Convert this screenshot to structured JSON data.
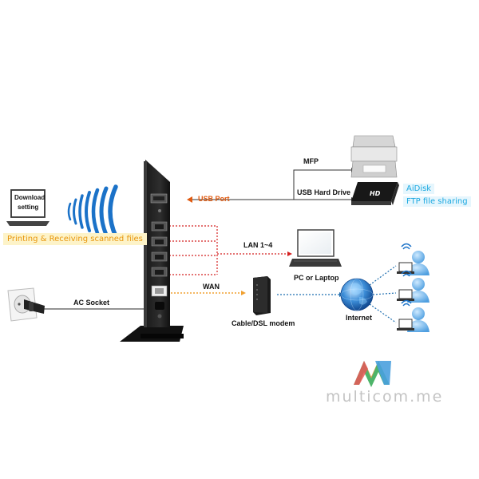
{
  "labels": {
    "mfp": "MFP",
    "usb_hard_drive": "USB Hard Drive",
    "usb_port": "USB Port",
    "aidisk": "AiDisk",
    "ftp": "FTP file sharing",
    "download_line1": "Download",
    "download_line2": "setting",
    "printing": "Printing & Receiving scanned files",
    "lan": "LAN 1~4",
    "pc_laptop": "PC or Laptop",
    "wan": "WAN",
    "ac_socket": "AC Socket",
    "modem": "Cable/DSL modem",
    "internet": "Internet"
  },
  "watermark": {
    "brand": "multicom.me"
  },
  "colors": {
    "usb_accent": "#e05a10",
    "lan_dots": "#d42020",
    "wan_dots": "#f0a030",
    "internet_dots": "#1f6fb0",
    "aidisk_text": "#1ba8e0",
    "printing_text": "#e8960c"
  }
}
